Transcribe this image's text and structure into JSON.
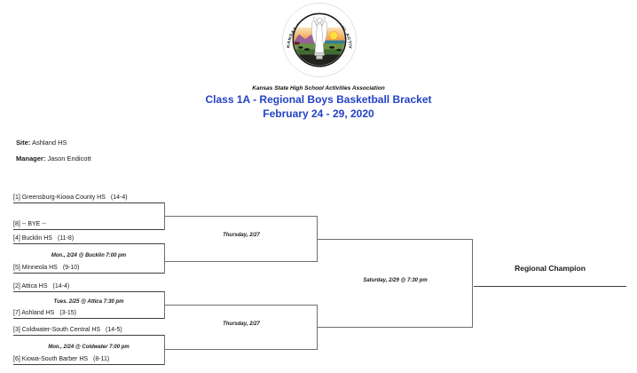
{
  "header": {
    "association": "Kansas State High School Activities Association",
    "title": "Class 1A - Regional Boys Basketball Bracket",
    "date_range": "February 24 - 29, 2020"
  },
  "info": {
    "site_label": "Site:",
    "site": "Ashland HS",
    "manager_label": "Manager:",
    "manager": "Jason Endicott"
  },
  "logo": {
    "ring_text": "KANSAS STATE HIGH SCHOOL ACTIVITIES ASSOCIATION INC.",
    "year": "•1956•"
  },
  "bracket": {
    "round1": [
      {
        "team": "[1] Greensburg-Kiowa County HS",
        "record": "(14-4)"
      },
      {
        "team": "[8] -- BYE --",
        "record": ""
      },
      {
        "team": "[4] Bucklin HS",
        "record": "(11-8)"
      },
      {
        "team": "[5] Minneola HS",
        "record": "(9-10)"
      },
      {
        "team": "[2] Attica HS",
        "record": "(14-4)"
      },
      {
        "team": "[7] Ashland HS",
        "record": "(3-15)"
      },
      {
        "team": "[3] Coldwater-South Central HS",
        "record": "(14-5)"
      },
      {
        "team": "[6] Kiowa-South Barber HS",
        "record": "(8-11)"
      }
    ],
    "game_labels": {
      "game2": "Mon., 2/24 @ Bucklin 7:00 pm",
      "game3": "Tues. 2/25 @ Attica 7:30 pm",
      "game4": "Mon., 2/24 @ Coldwater 7:00 pm",
      "semifinal1": "Thursday, 2/27",
      "semifinal2": "Thursday, 2/27",
      "final": "Saturday, 2/29 @ 7:30 pm"
    },
    "champion_label": "Regional Champion"
  },
  "colors": {
    "title_blue": "#2343c4",
    "team_line": "#3f3f3f",
    "connector_line": "#6e6e6e"
  }
}
